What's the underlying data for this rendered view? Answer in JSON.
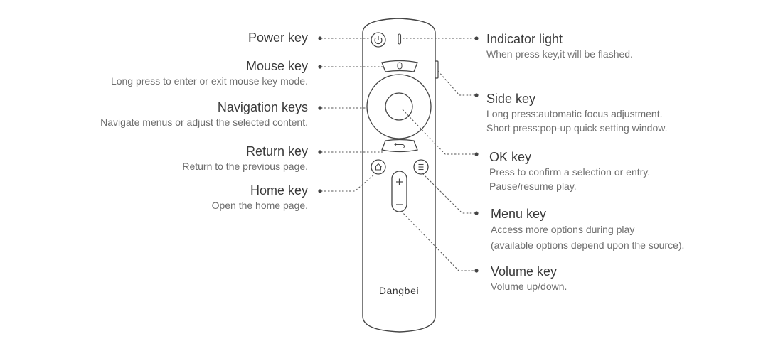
{
  "brand": "Dangbei",
  "left_labels": [
    {
      "title": "Power key",
      "desc": ""
    },
    {
      "title": "Mouse key",
      "desc": "Long press to enter or exit mouse key mode."
    },
    {
      "title": "Navigation keys",
      "desc": "Navigate menus or adjust the selected content."
    },
    {
      "title": "Return key",
      "desc": "Return to the previous page."
    },
    {
      "title": "Home key",
      "desc": "Open the home page."
    }
  ],
  "right_labels": [
    {
      "title": "Indicator light",
      "desc": [
        "When press key,it will be flashed."
      ]
    },
    {
      "title": "Side key",
      "desc": [
        "Long press:automatic focus adjustment.",
        "Short press:pop-up quick setting window."
      ]
    },
    {
      "title": "OK key",
      "desc": [
        "Press to confirm a selection or entry.",
        "Pause/resume play."
      ]
    },
    {
      "title": "Menu key",
      "desc": [
        "Access more options during play",
        "(available options depend upon the source)."
      ]
    },
    {
      "title": "Volume key",
      "desc": [
        "Volume up/down."
      ]
    }
  ],
  "colors": {
    "line": "#555555",
    "remote_stroke": "#444444",
    "text": "#3a3a3a",
    "desc": "#6e6e6e"
  },
  "icons": [
    "power-icon",
    "mouse-icon",
    "return-icon",
    "home-icon",
    "menu-icon",
    "plus-icon",
    "minus-icon"
  ]
}
